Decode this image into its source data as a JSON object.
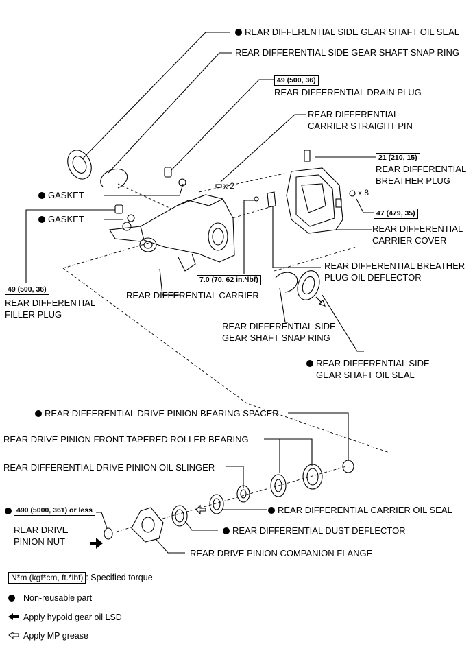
{
  "labels": {
    "side_gear_oil_seal_top": "REAR DIFFERENTIAL SIDE GEAR SHAFT OIL SEAL",
    "snap_ring_top": "REAR DIFFERENTIAL SIDE GEAR SHAFT SNAP RING",
    "drain_plug_torque": "49 (500, 36)",
    "drain_plug": "REAR DIFFERENTIAL DRAIN PLUG",
    "straight_pin_1": "REAR DIFFERENTIAL",
    "straight_pin_2": "CARRIER STRAIGHT PIN",
    "breather_torque": "21 (210, 15)",
    "breather_1": "REAR DIFFERENTIAL",
    "breather_2": "BREATHER PLUG",
    "gasket_upper": "GASKET",
    "x2": "x 2",
    "x8": "x 8",
    "gasket_lower": "GASKET",
    "cover_torque": "47 (479, 35)",
    "cover_1": "REAR DIFFERENTIAL",
    "cover_2": "CARRIER COVER",
    "filler_torque": "49 (500, 36)",
    "filler_1": "REAR DIFFERENTIAL",
    "filler_2": "FILLER PLUG",
    "deflector_torque": "7.0 (70, 62 in.*lbf)",
    "carrier": "REAR DIFFERENTIAL CARRIER",
    "breather_deflector_1": "REAR DIFFERENTIAL BREATHER",
    "breather_deflector_2": "PLUG OIL DEFLECTOR",
    "snap_ring_mid_1": "REAR DIFFERENTIAL SIDE",
    "snap_ring_mid_2": "GEAR SHAFT SNAP RING",
    "oil_seal_mid_1": "REAR DIFFERENTIAL SIDE",
    "oil_seal_mid_2": "GEAR SHAFT OIL SEAL",
    "bearing_spacer": "REAR DIFFERENTIAL DRIVE PINION BEARING SPACER",
    "front_bearing": "REAR DRIVE PINION FRONT TAPERED ROLLER BEARING",
    "oil_slinger": "REAR DIFFERENTIAL DRIVE PINION OIL SLINGER",
    "nut_torque": "490 (5000, 361) or less",
    "pinion_nut_1": "REAR DRIVE",
    "pinion_nut_2": "PINION NUT",
    "carrier_oil_seal": "REAR DIFFERENTIAL CARRIER OIL SEAL",
    "dust_deflector": "REAR DIFFERENTIAL DUST DEFLECTOR",
    "companion_flange": "REAR DRIVE PINION COMPANION FLANGE"
  },
  "legend": {
    "torque_unit": "N*m (kgf*cm, ft.*lbf)",
    "torque_text": ": Specified torque",
    "nonreusable": "Non-reusable part",
    "hypoid": "Apply hypoid gear oil LSD",
    "mp_grease": "Apply MP grease"
  },
  "colors": {
    "ink": "#000000",
    "paper": "#ffffff"
  }
}
